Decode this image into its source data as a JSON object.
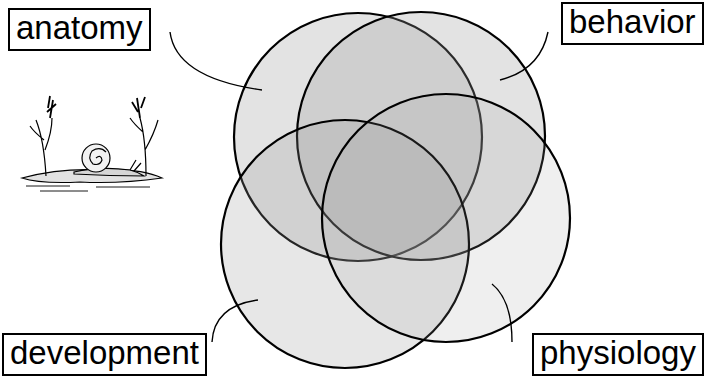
{
  "diagram": {
    "nodes": [
      {
        "text": [
          "anatomy"
        ]
      },
      {
        "text": [
          "behavior"
        ]
      },
      {
        "text": [
          "development"
        ]
      },
      {
        "text": [
          "physiology"
        ]
      }
    ]
  }
}
